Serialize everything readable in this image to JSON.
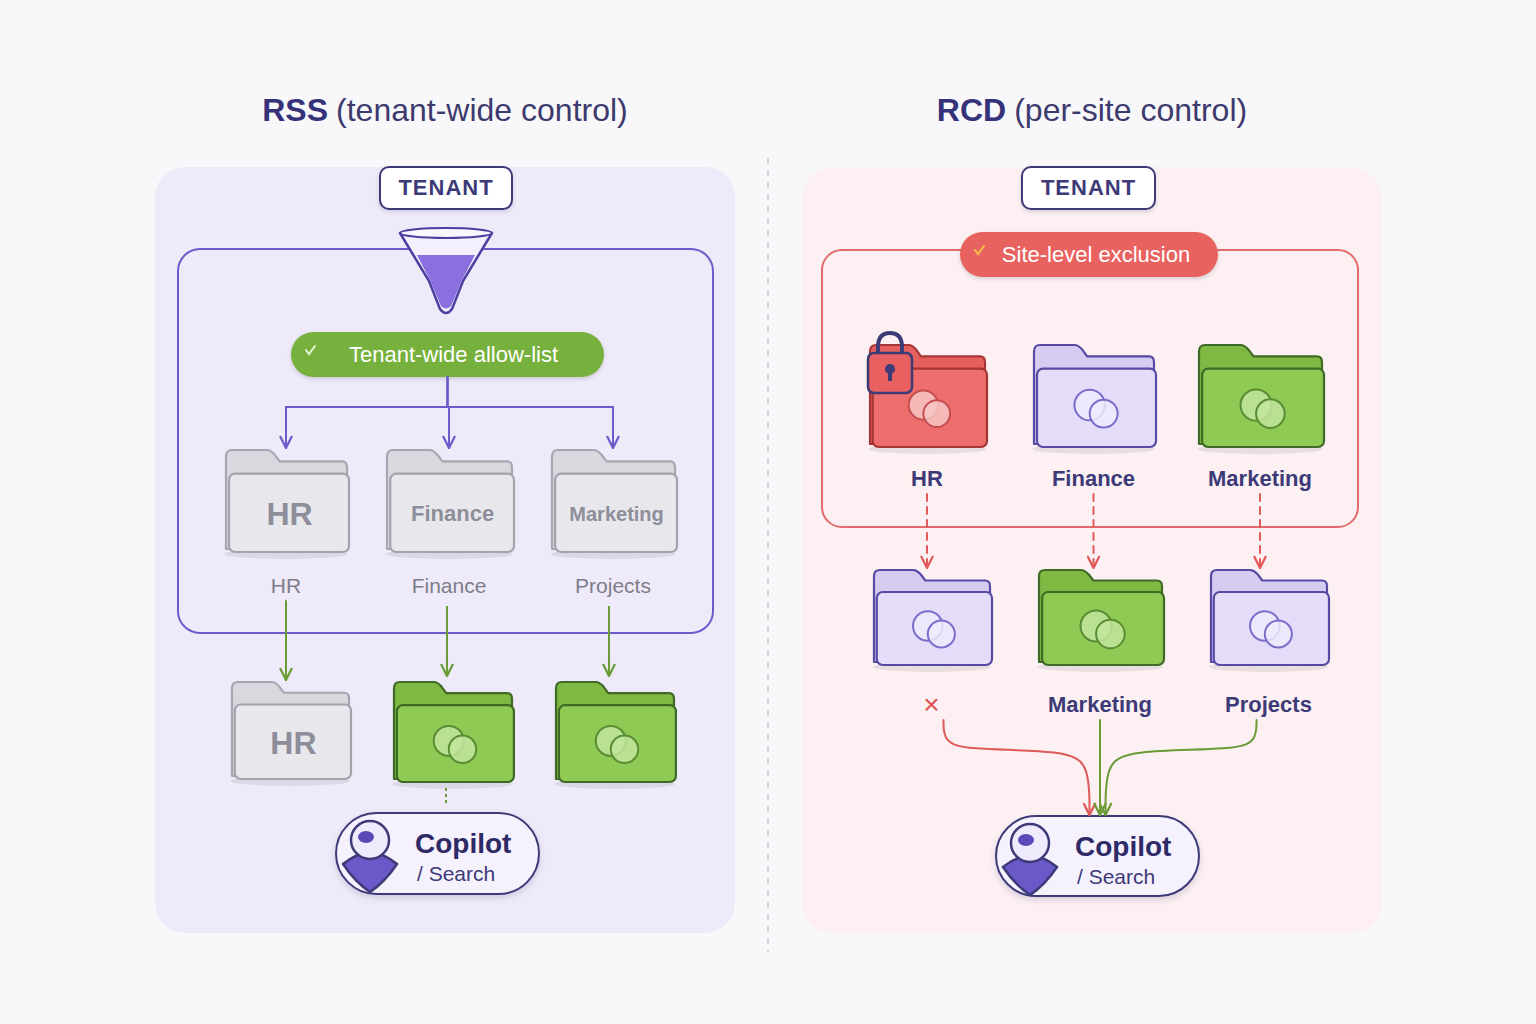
{
  "diagram": {
    "nodes": [
      {
        "text": [
          "RSS",
          "(tenant-wide control)"
        ]
      },
      {
        "text": [
          "TENANT"
        ],
        "in": 0
      },
      {
        "text": [
          "Tenant-wide allow-list"
        ],
        "in": 0
      },
      {
        "text": [
          "HR",
          "HR"
        ],
        "in": 0
      },
      {
        "text": [
          "Finance",
          "Finance"
        ],
        "in": 0
      },
      {
        "text": [
          "Marketing",
          "Projects"
        ],
        "in": 0
      },
      {
        "text": [
          "HR"
        ],
        "in": 0
      },
      {
        "text": [
          "Copilot",
          "/ Search"
        ],
        "in": 0
      },
      {
        "text": [
          "RCD",
          "(per-site control)"
        ]
      },
      {
        "text": [
          "TENANT"
        ],
        "in": 8
      },
      {
        "text": [
          "Site-level exclusion"
        ],
        "in": 8
      },
      {
        "text": [
          "HR"
        ],
        "in": 8
      },
      {
        "text": [
          "Finance"
        ],
        "in": 8
      },
      {
        "text": [
          "Marketing"
        ],
        "in": 8
      },
      {
        "text": [
          "×"
        ],
        "in": 8
      },
      {
        "text": [
          "Marketing"
        ],
        "in": 8
      },
      {
        "text": [
          "Projects"
        ],
        "in": 8
      },
      {
        "text": [
          "Copilot",
          "/ Search"
        ],
        "in": 8
      }
    ],
    "edges": [
      {
        "from": 2,
        "to": 3,
        "arrow": "to"
      },
      {
        "from": 2,
        "to": 4,
        "arrow": "to"
      },
      {
        "from": 2,
        "to": 5,
        "arrow": "to"
      },
      {
        "from": 3,
        "to": 6,
        "arrow": "to"
      },
      {
        "from": 11,
        "to": 14,
        "arrow": "to"
      },
      {
        "from": 12,
        "to": 15,
        "arrow": "to"
      },
      {
        "from": 13,
        "to": 16,
        "arrow": "to"
      },
      {
        "from": 14,
        "to": 17,
        "arrow": "to"
      },
      {
        "from": 15,
        "to": 17,
        "arrow": "to"
      },
      {
        "from": 16,
        "to": 17,
        "arrow": "to"
      }
    ]
  }
}
